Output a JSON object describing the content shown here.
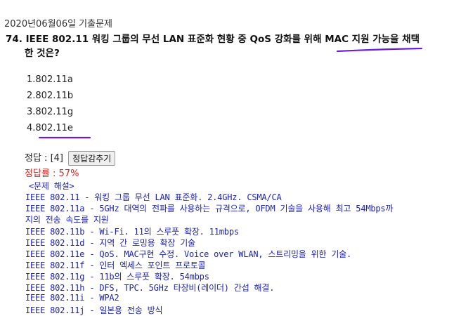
{
  "header": {
    "exam_date": "2020년06월06일 기출문제"
  },
  "question": {
    "number": "74.",
    "text_line1": "IEEE 802.11 워킹 그룹의 무선 LAN 표준화 현황 중 QoS 강화를 위해 MAC 지원 가능을 채택",
    "text_line2": "한 것은?"
  },
  "options": [
    {
      "num": "1.",
      "label": "802.11a"
    },
    {
      "num": "2.",
      "label": "802.11b"
    },
    {
      "num": "3.",
      "label": "802.11g"
    },
    {
      "num": "4.",
      "label": "802.11e"
    }
  ],
  "answer": {
    "label": "정답 : [4]",
    "hide_button": "정답감추기"
  },
  "accuracy": {
    "text": "정답률 : 57%"
  },
  "explanation": {
    "title": "<문제 해설>",
    "lines": [
      "IEEE 802.11 - 워킹 그룹 무선 LAN 표준화. 2.4GHz. CSMA/CA",
      "IEEE 802.11a - 5GHz 대역의 전파를 사용하는 규격으로, OFDM 기술을 사용해 최고 54Mbps까",
      "지의 전송 속도를 지원",
      "IEEE 802.11b - Wi-Fi. 11의 스루풋 확장. 11mbps",
      "IEEE 802.11d - 지역 간 로밍용 확장 기술",
      "IEEE 802.11e - QoS. MAC구현 수정. Voice over WLAN, 스트리밍을 위한 기술.",
      "IEEE 802.11f - 인터 엑세스 포인트 프로토콜",
      "IEEE 802.11g - 11b의 스루풋 확장. 54mbps",
      "IEEE 802.11h - DFS, TPC. 5GHz 타장비(레이더) 간섭 해결.",
      "IEEE 802.11i - WPA2",
      "IEEE 802.11j - 일본용 전송 방식"
    ]
  },
  "colors": {
    "underline": "#6a1fd6",
    "explanation": "#1d22b8",
    "accuracy": "#e0201c"
  }
}
